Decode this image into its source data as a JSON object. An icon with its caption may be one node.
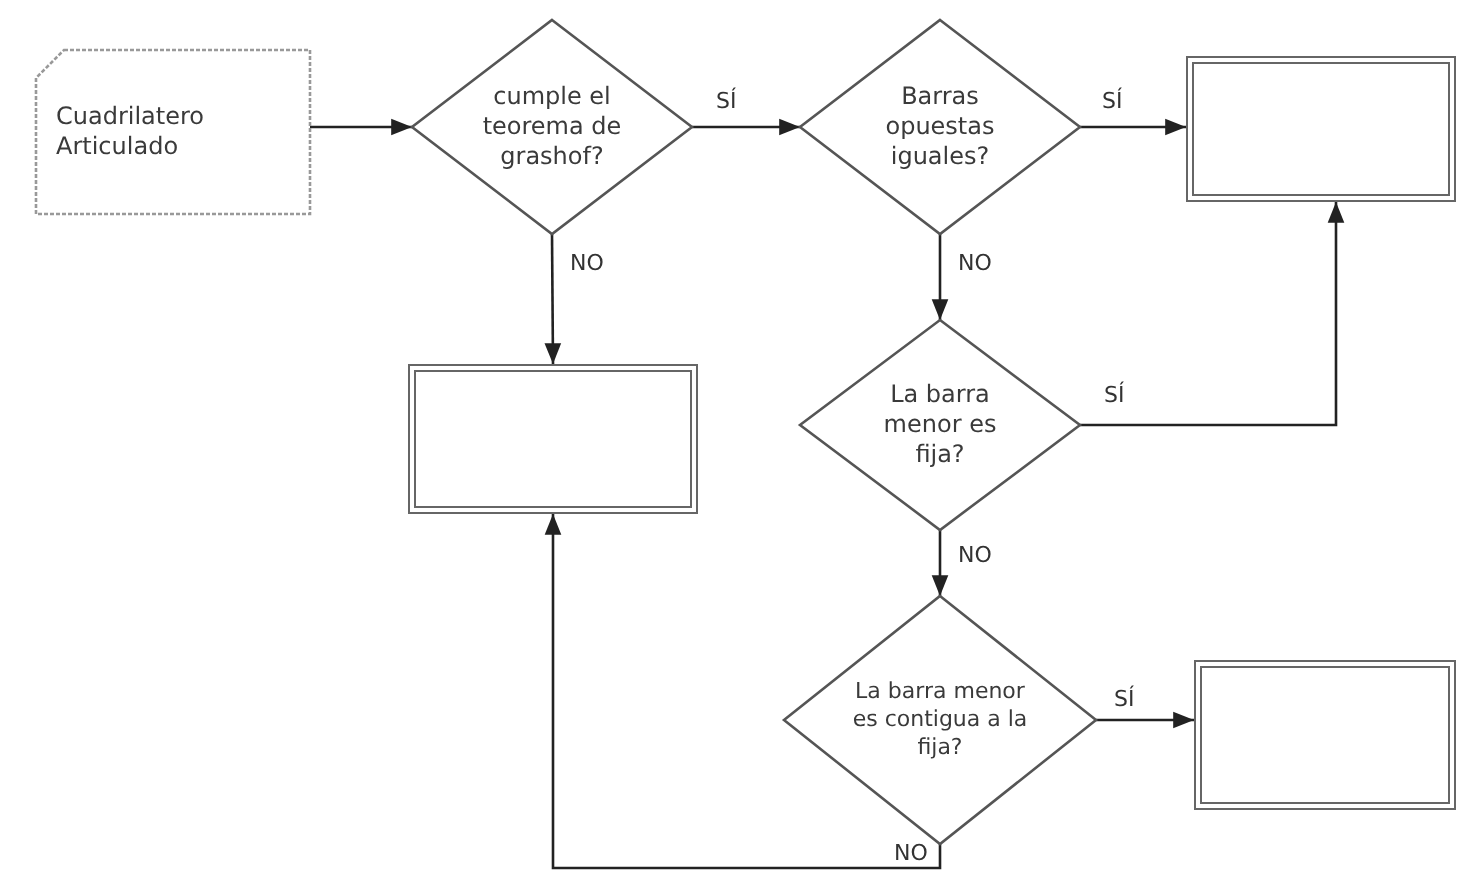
{
  "diagram": {
    "nodes": [
      {
        "text": [
          "Cuadrilatero Articulado"
        ]
      },
      {
        "text": [
          "cumple el teorema de grashof?"
        ]
      },
      {
        "text": [
          "Barras opuestas iguales?"
        ]
      },
      {
        "text": [],
        "shape": "box"
      },
      {
        "text": [],
        "shape": "box"
      },
      {
        "text": [
          "La barra menor es fija?"
        ]
      },
      {
        "text": [
          "La barra menor es contigua a la fija?"
        ]
      },
      {
        "text": [],
        "shape": "box"
      }
    ],
    "edges": [
      {
        "from": 0,
        "to": 1,
        "arrow": "to"
      },
      {
        "from": 1,
        "to": 2,
        "arrow": "to",
        "label": "SÍ"
      },
      {
        "from": 1,
        "to": 4,
        "arrow": "to",
        "label": "NO"
      },
      {
        "from": 2,
        "to": 3,
        "arrow": "to",
        "label": "SÍ"
      },
      {
        "from": 2,
        "to": 5,
        "arrow": "to",
        "label": "NO"
      },
      {
        "from": 5,
        "to": 3,
        "arrow": "to",
        "label": "SÍ"
      },
      {
        "from": 5,
        "to": 6,
        "arrow": "to",
        "label": "NO"
      },
      {
        "from": 6,
        "to": 7,
        "arrow": "to",
        "label": "SÍ"
      },
      {
        "from": 6,
        "to": 4,
        "arrow": "to",
        "label": "NO"
      }
    ]
  }
}
